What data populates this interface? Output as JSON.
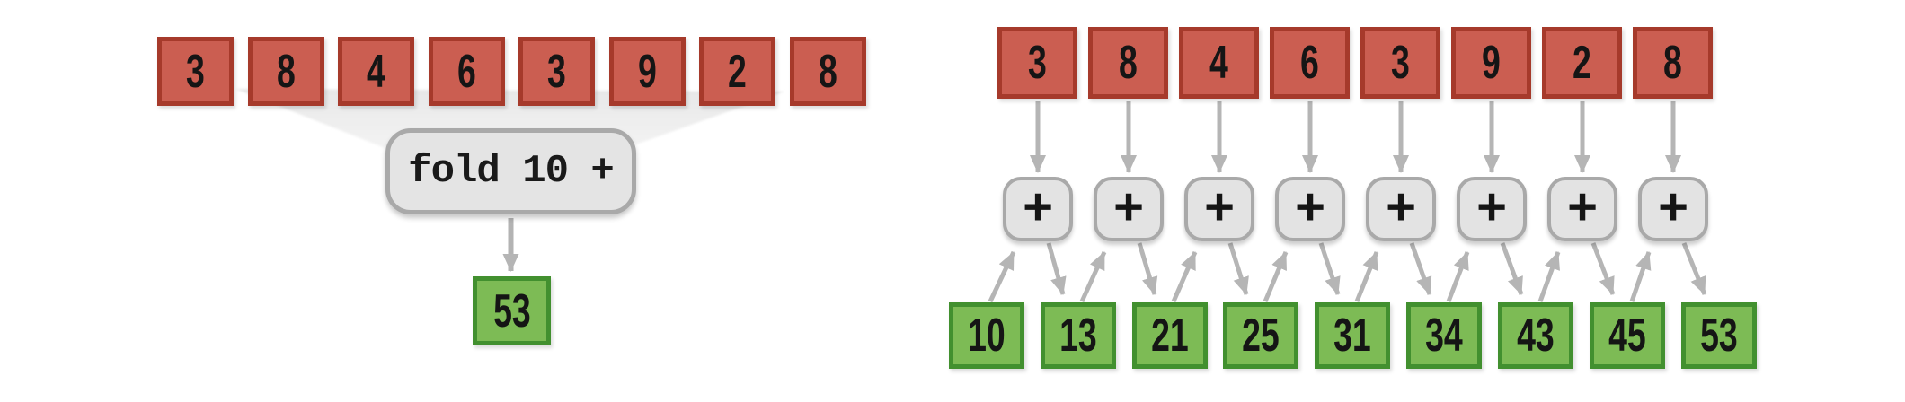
{
  "left_diagram": {
    "inputs": [
      "3",
      "8",
      "4",
      "6",
      "3",
      "9",
      "2",
      "8"
    ],
    "operation": "fold 10 +",
    "result": "53"
  },
  "right_diagram": {
    "inputs": [
      "3",
      "8",
      "4",
      "6",
      "3",
      "9",
      "2",
      "8"
    ],
    "operator": "+",
    "accumulators": [
      "10",
      "13",
      "21",
      "25",
      "31",
      "34",
      "43",
      "45",
      "53"
    ]
  },
  "colors": {
    "input_fill": "#cb5e51",
    "input_border": "#a63a2b",
    "accumulator_fill": "#7dbb55",
    "accumulator_border": "#42902f",
    "operator_fill": "#e3e3e3",
    "operator_border": "#a9a9a9",
    "arrow": "#b5b5b5",
    "funnel": "#ebebeb",
    "text": "#151515"
  }
}
